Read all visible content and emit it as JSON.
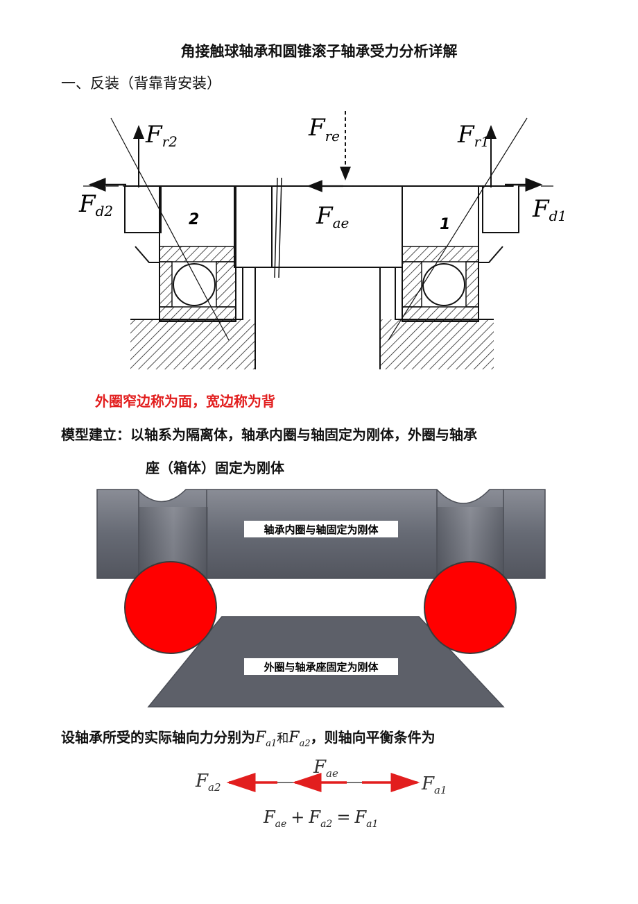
{
  "title": "角接触球轴承和圆锥滚子轴承受力分析详解",
  "section_heading": "一、反装（背靠背安装）",
  "bearing_drawing": {
    "labels": {
      "fr2_main": "F",
      "fr2_sub": "r2",
      "fre_main": "F",
      "fre_sub": "re",
      "fr1_main": "F",
      "fr1_sub": "r1",
      "fd2_main": "F",
      "fd2_sub": "d2",
      "fae_main": "F",
      "fae_sub": "ae",
      "fd1_main": "F",
      "fd1_sub": "d1",
      "bearing_2": "2",
      "bearing_1": "1"
    }
  },
  "red_note": "外圈窄边称为面，宽边称为背",
  "model_line1": "模型建立：以轴系为隔离体，轴承内圈与轴固定为刚体，外圈与轴承",
  "model_line2": "座（箱体）固定为刚体",
  "model_3d": {
    "shaft_label": "轴承内圈与轴固定为刚体",
    "housing_label": "外圈与轴承座固定为刚体",
    "colors": {
      "body": "#5f626c",
      "ball": "#ff0000",
      "label_bg": "#ffffff"
    }
  },
  "assume": {
    "before": "设轴承所受的实际轴向力分别为",
    "fa1_main": "F",
    "fa1_sub": "a1",
    "he": "和",
    "fa2_main": "F",
    "fa2_sub": "a2",
    "after": "，则轴向平衡条件为"
  },
  "force_diagram": {
    "left_main": "F",
    "left_sub": "a2",
    "mid_main": "F",
    "mid_sub": "ae",
    "right_main": "F",
    "right_sub": "a1",
    "arrow_color": "#e21e1e"
  },
  "equation": {
    "t1_main": "F",
    "t1_sub": "ae",
    "plus": "+",
    "t2_main": "F",
    "t2_sub": "a2",
    "eq": "=",
    "t3_main": "F",
    "t3_sub": "a1"
  }
}
